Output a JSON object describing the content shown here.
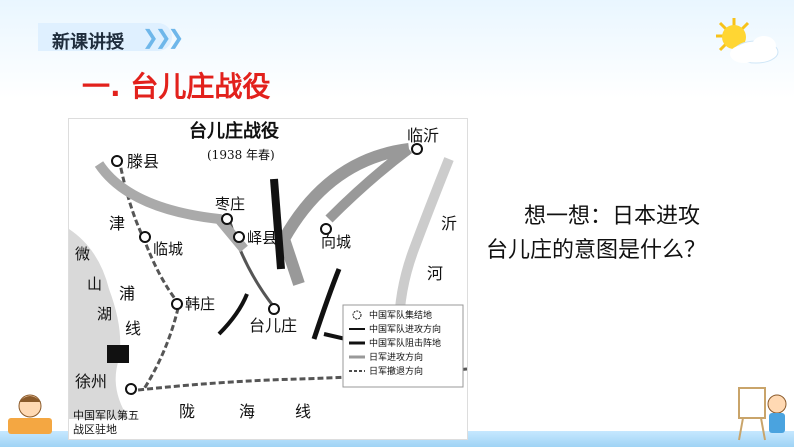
{
  "section": {
    "label": "新课讲授",
    "arrows": "❯❯❯"
  },
  "title": "一. 台儿庄战役",
  "map": {
    "title": "台儿庄战役",
    "subtitle": "(1938 年春)",
    "places": {
      "tengxian": "滕县",
      "linyi": "临沂",
      "zaozhuang": "枣庄",
      "yixian": "峄县",
      "xiangcheng": "向城",
      "lincheng": "临城",
      "hanzhuang": "韩庄",
      "taierzhuang": "台儿庄",
      "xuzhou": "徐州"
    },
    "line_labels": {
      "jin1": "津",
      "pu": "浦",
      "xian1": "线",
      "wei": "微",
      "shan": "山",
      "hu": "湖",
      "yi": "沂",
      "he": "河",
      "long": "陇",
      "hai": "海",
      "xian2": "线"
    },
    "hq_note_line1": "中国军队第五",
    "hq_note_line2": "战区驻地",
    "legend": [
      "中国军队集结地",
      "中国军队进攻方向",
      "中国军队阻击阵地",
      "日军进攻方向",
      "日军撤退方向"
    ]
  },
  "question": {
    "line1": "想一想：日本进攻",
    "line2": "台儿庄的意图是什么？"
  },
  "colors": {
    "title": "#e2211c",
    "accent": "#6fb7ea"
  }
}
